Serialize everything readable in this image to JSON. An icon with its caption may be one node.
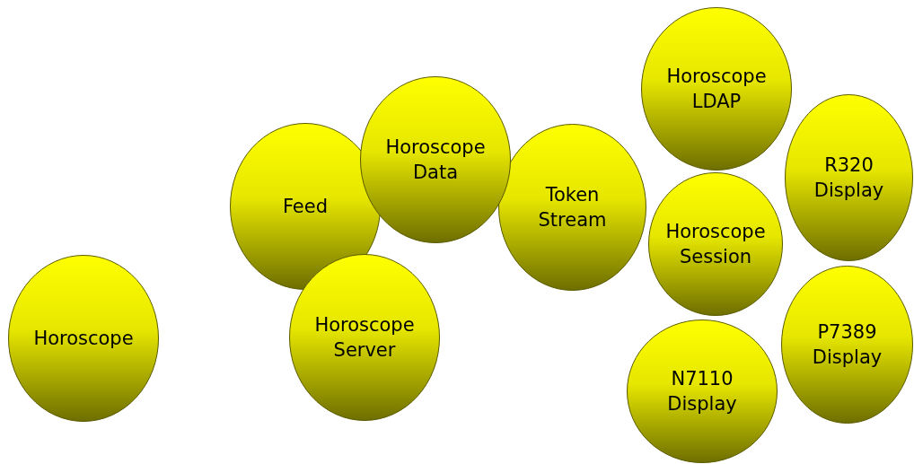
{
  "diagram": {
    "nodes": [
      {
        "text": [
          "Horoscope LDAP"
        ]
      },
      {
        "text": [
          "Horoscope Data"
        ]
      },
      {
        "text": [
          "R320 Display"
        ]
      },
      {
        "text": [
          "Feed"
        ]
      },
      {
        "text": [
          "Token Stream"
        ]
      },
      {
        "text": [
          "Horoscope Session"
        ]
      },
      {
        "text": [
          "Horoscope"
        ]
      },
      {
        "text": [
          "Horoscope Server"
        ]
      },
      {
        "text": [
          "P7389 Display"
        ]
      },
      {
        "text": [
          "N7110 Display"
        ]
      }
    ]
  }
}
